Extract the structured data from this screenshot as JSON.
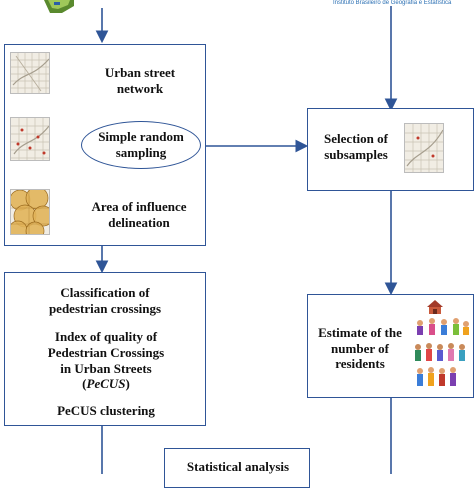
{
  "header": {
    "right_logo_caption": "Instituto Brasileiro de Geografia e Estatística"
  },
  "left_box": {
    "step1": "Urban street network",
    "step2": "Simple random sampling",
    "step3": "Area of influence delineation"
  },
  "right_box": {
    "label": "Selection of subsamples"
  },
  "lower_left_box": {
    "item1": "Classification of pedestrian crossings",
    "item2_line1": "Index of quality of",
    "item2_line2": "Pedestrian Crossings",
    "item2_line3": "in Urban Streets",
    "item2_abbrev": "PeCUS",
    "item3": "PeCUS clustering"
  },
  "lower_right_box": {
    "label": "Estimate of the number of residents"
  },
  "bottom_box": {
    "label": "Statistical analysis"
  },
  "colors": {
    "arrow": "#2f5597",
    "box_border": "#2f5597",
    "ellipse": "#2f5597",
    "map_bg": "#f1ede4",
    "influence_fill": "#e1b45a"
  }
}
